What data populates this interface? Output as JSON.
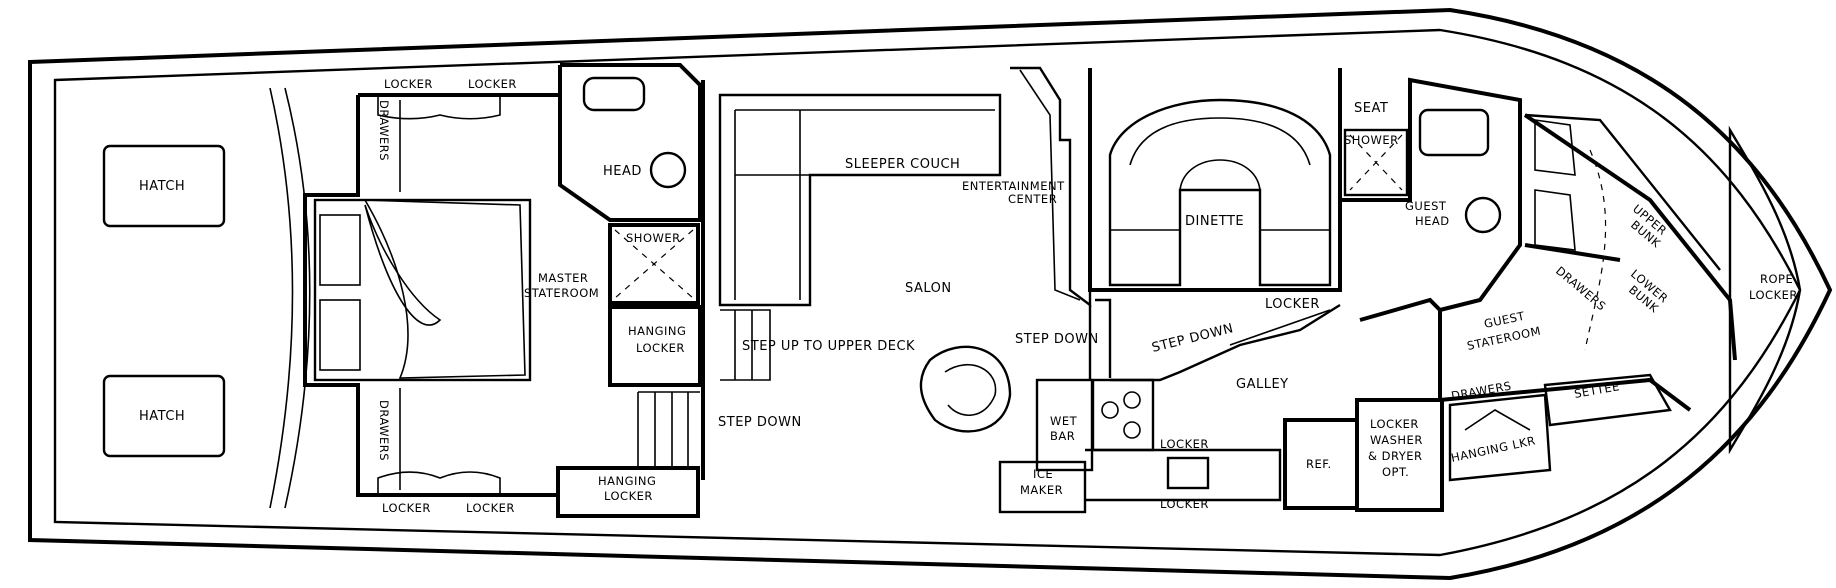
{
  "labels": {
    "hatch_1": "HATCH",
    "hatch_2": "HATCH",
    "locker_top_1": "LOCKER",
    "locker_top_2": "LOCKER",
    "locker_bottom_1": "LOCKER",
    "locker_bottom_2": "LOCKER",
    "drawers_top": "DRAWERS",
    "drawers_bottom": "DRAWERS",
    "master_stateroom_1": "MASTER",
    "master_stateroom_2": "STATEROOM",
    "head": "HEAD",
    "shower_master": "SHOWER",
    "hanging_locker_1a": "HANGING",
    "hanging_locker_1b": "LOCKER",
    "hanging_locker_2a": "HANGING",
    "hanging_locker_2b": "LOCKER",
    "sleeper_couch": "SLEEPER COUCH",
    "entertainment_1": "ENTERTAINMENT",
    "entertainment_2": "CENTER",
    "salon": "SALON",
    "step_up": "STEP UP TO UPPER DECK",
    "step_down_1": "STEP DOWN",
    "step_down_2": "STEP DOWN",
    "step_down_3": "STEP DOWN",
    "dinette": "DINETTE",
    "locker_dinette": "LOCKER",
    "galley": "GALLEY",
    "wet_bar_1": "WET",
    "wet_bar_2": "BAR",
    "ice_maker_1": "ICE",
    "ice_maker_2": "MAKER",
    "locker_galley_1": "LOCKER",
    "locker_galley_2": "LOCKER",
    "ref": "REF.",
    "washer_1": "LOCKER",
    "washer_2": "WASHER",
    "washer_3": "& DRYER",
    "washer_4": "OPT.",
    "seat": "SEAT",
    "shower_guest": "SHOWER",
    "guest_head_1": "GUEST",
    "guest_head_2": "HEAD",
    "guest_stateroom_1": "GUEST",
    "guest_stateroom_2": "STATEROOM",
    "drawers_guest_1": "DRAWERS",
    "drawers_guest_2": "DRAWERS",
    "hanging_lkr": "HANGING LKR",
    "settee": "SETTEE",
    "upper_bunk_1": "UPPER",
    "upper_bunk_2": "BUNK",
    "lower_bunk_1": "LOWER",
    "lower_bunk_2": "BUNK",
    "rope_locker_1": "ROPE",
    "rope_locker_2": "LOCKER"
  }
}
